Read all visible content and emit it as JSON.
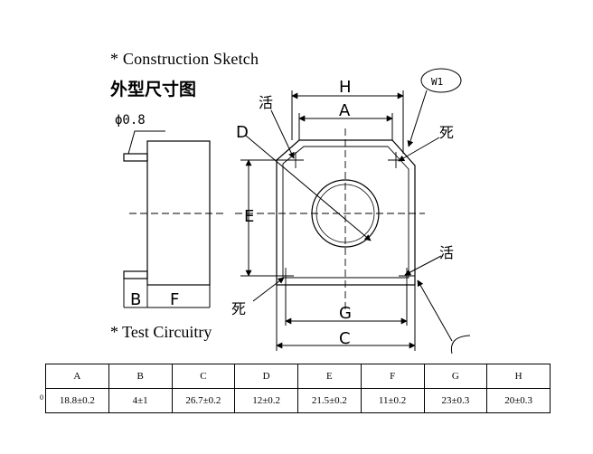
{
  "headings": {
    "construction_en": "* Construction Sketch",
    "construction_cn": "外型尺寸图",
    "test_en": "* Test Circuitry"
  },
  "labels": {
    "phi": "ϕ0.8",
    "W1": "W1",
    "H": "H",
    "A": "A",
    "D": "D",
    "E": "E",
    "B": "B",
    "F": "F",
    "G": "G",
    "C": "C",
    "live": "活",
    "dead": "死"
  },
  "table": {
    "headers": [
      "A",
      "B",
      "C",
      "D",
      "E",
      "F",
      "G",
      "H"
    ],
    "values": [
      "18.8±0.2",
      "4±1",
      "26.7±0.2",
      "12±0.2",
      "21.5±0.2",
      "11±0.2",
      "23±0.3",
      "20±0.3"
    ],
    "row_marker": "0"
  }
}
